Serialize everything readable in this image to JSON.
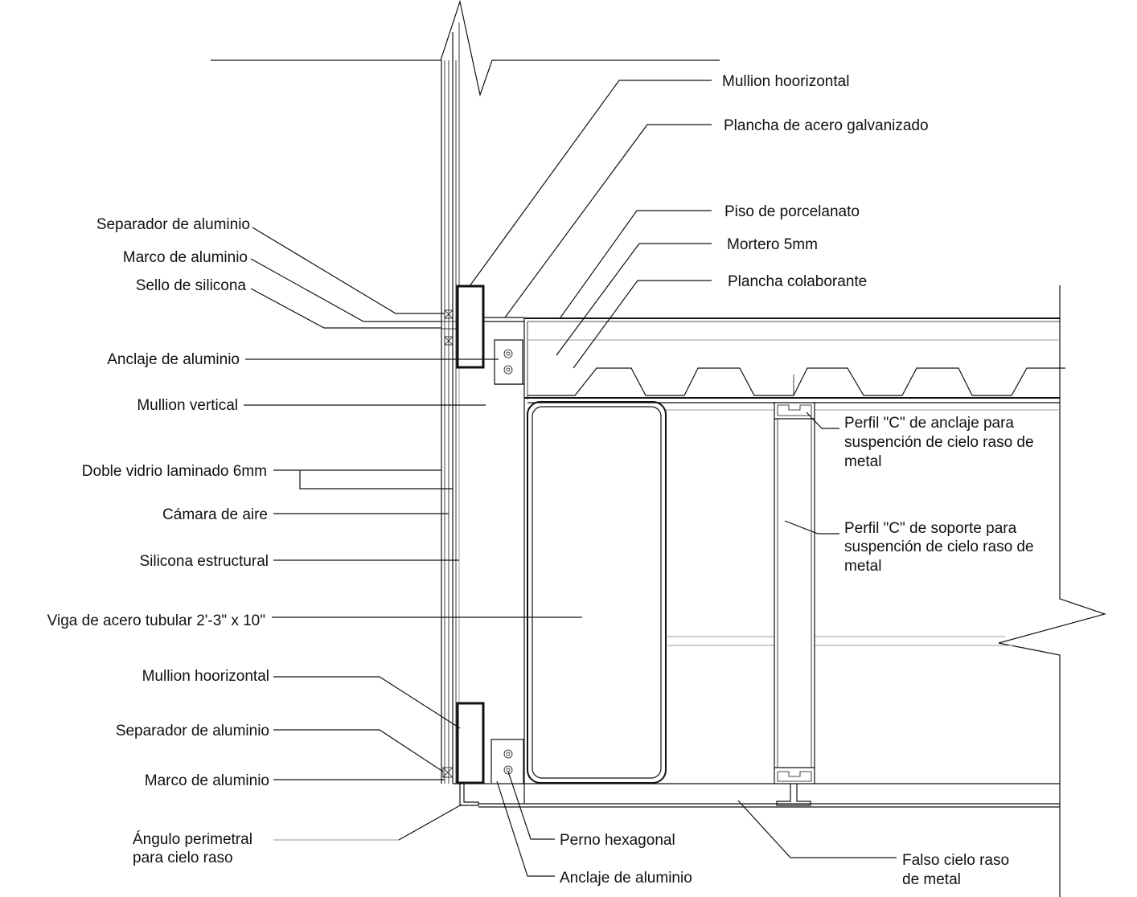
{
  "labels": {
    "top_mullion_horizontal": "Mullion hoorizontal",
    "plancha_acero": "Plancha de acero galvanizado",
    "piso_porcelanato": "Piso de porcelanato",
    "mortero": "Mortero 5mm",
    "plancha_colaborante": "Plancha colaborante",
    "separador_top": "Separador de aluminio",
    "marco_top": "Marco de aluminio",
    "sello": "Sello de silicona",
    "anclaje_top": "Anclaje de aluminio",
    "mullion_vertical": "Mullion vertical",
    "doble_vidrio": "Doble vidrio laminado 6mm",
    "camara": "Cámara de aire",
    "silicona_estructural": "Silicona estructural",
    "viga": "Viga de acero tubular 2'-3\" x 10\"",
    "mullion_bottom": "Mullion hoorizontal",
    "separador_bottom": "Separador de aluminio",
    "marco_bottom": "Marco de aluminio",
    "angulo_line1": "Ángulo perimetral",
    "angulo_line2": "para cielo raso",
    "perfil_anclaje_line1": "Perfil \"C\" de anclaje para",
    "perfil_anclaje_line2": "suspención de cielo raso de",
    "perfil_anclaje_line3": "metal",
    "perfil_soporte_line1": "Perfil \"C\" de soporte para",
    "perfil_soporte_line2": "suspención de cielo raso de",
    "perfil_soporte_line3": "metal",
    "perno": "Perno hexagonal",
    "anclaje_bottom": "Anclaje de aluminio",
    "falso_line1": "Falso cielo raso",
    "falso_line2": "de metal"
  }
}
